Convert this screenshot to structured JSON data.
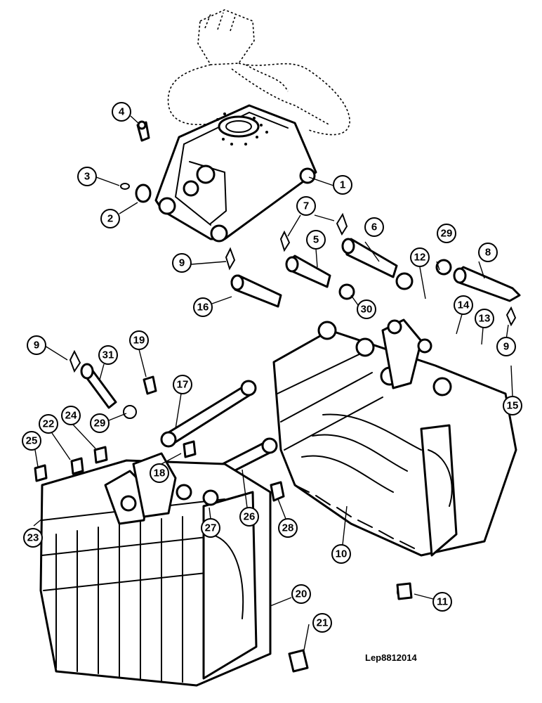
{
  "figure": {
    "reference_code": "Lep8812014"
  },
  "callouts": [
    {
      "label": "1"
    },
    {
      "label": "2"
    },
    {
      "label": "3"
    },
    {
      "label": "4"
    },
    {
      "label": "5"
    },
    {
      "label": "6"
    },
    {
      "label": "7"
    },
    {
      "label": "8"
    },
    {
      "label": "9"
    },
    {
      "label": "16"
    },
    {
      "label": "30"
    },
    {
      "label": "29"
    },
    {
      "label": "12"
    },
    {
      "label": "14"
    },
    {
      "label": "13"
    },
    {
      "label": "9"
    },
    {
      "label": "15"
    },
    {
      "label": "10"
    },
    {
      "label": "11"
    },
    {
      "label": "9"
    },
    {
      "label": "31"
    },
    {
      "label": "19"
    },
    {
      "label": "17"
    },
    {
      "label": "29"
    },
    {
      "label": "18"
    },
    {
      "label": "24"
    },
    {
      "label": "22"
    },
    {
      "label": "25"
    },
    {
      "label": "26"
    },
    {
      "label": "27"
    },
    {
      "label": "28"
    },
    {
      "label": "23"
    },
    {
      "label": "20"
    },
    {
      "label": "21"
    }
  ]
}
